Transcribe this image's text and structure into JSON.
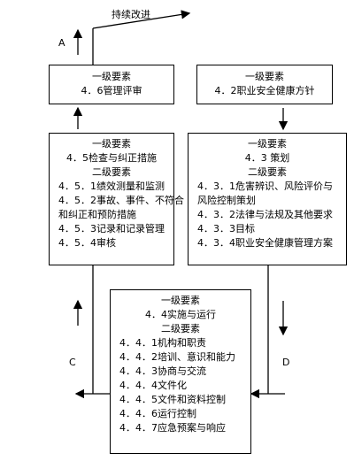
{
  "top": {
    "continuous_improvement": "持续改进",
    "label_a": "A"
  },
  "side_labels": {
    "c": "C",
    "d": "D"
  },
  "box_review": {
    "heading": "一级要素",
    "title": "4．6管理评审"
  },
  "box_policy": {
    "heading": "一级要素",
    "title": "4．2职业安全健康方针"
  },
  "box_check": {
    "heading": "一级要素",
    "title": "4．5检查与纠正措施",
    "sub_heading": "二级要素",
    "items": [
      "4．5．1绩效测量和监测",
      "4．5．2事故、事件、不符合",
      "和纠正和预防措施",
      "4．5．3记录和记录管理",
      "4．5．4审核"
    ]
  },
  "box_plan": {
    "heading": "一级要素",
    "title": "4．3  策划",
    "sub_heading": "二级要素",
    "items": [
      "4．3．1危害辨识、风险评价与",
      "风险控制策划",
      "4．3．2法律与法规及其他要求",
      "4．3．3目标",
      "4．3．4职业安全健康管理方案"
    ]
  },
  "box_do": {
    "heading": "一级要素",
    "title": "4．4实施与运行",
    "sub_heading": "二级要素",
    "items": [
      "4．4．1机构和职责",
      "4．4．2培训、意识和能力",
      "4．4．3协商与交流",
      "4．4．4文件化",
      "4．4．5文件和资料控制",
      "4．4．6运行控制",
      "4．4．7应急预案与响应"
    ]
  }
}
